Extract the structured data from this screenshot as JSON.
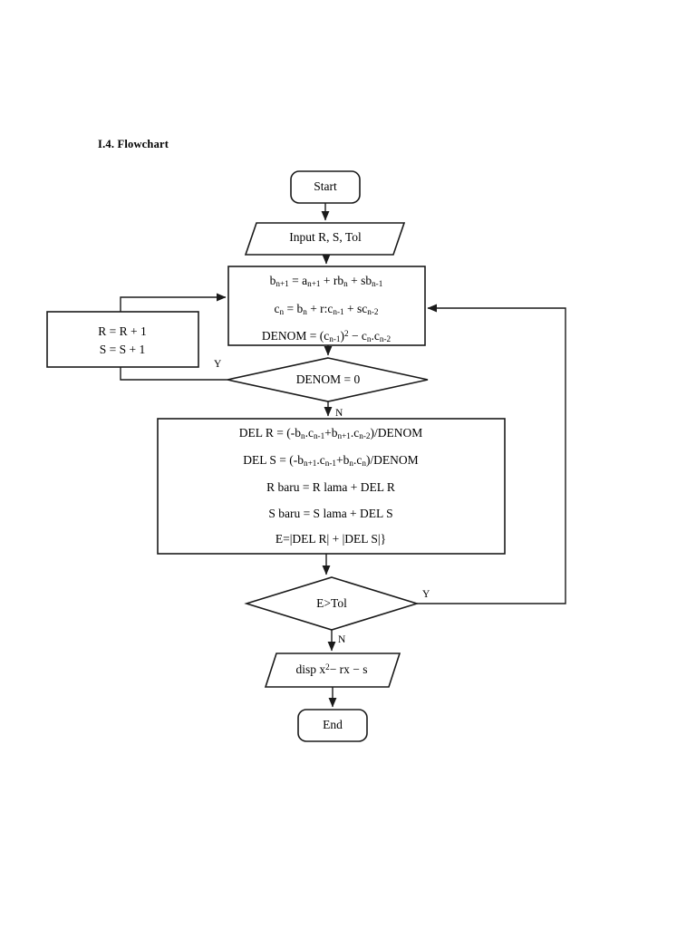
{
  "document": {
    "heading": "I.4. Flowchart"
  },
  "flowchart": {
    "title": "I.4. Flowchart",
    "nodes": {
      "start": {
        "label": "Start",
        "shape": "terminator"
      },
      "input": {
        "label": "Input R, S, Tol",
        "shape": "parallelogram"
      },
      "recurrence": {
        "shape": "process",
        "lines": [
          "b<sub>n+1</sub> = a<sub>n+1</sub> + rb<sub>n</sub> + sb<sub>n-1</sub>",
          "c<sub>n</sub> = b<sub>n</sub> + r:c<sub>n-1</sub> + sc<sub>n-2</sub>",
          "DENOM = (c<sub>n-1</sub>)<sup>2</sup> &minus; c<sub>n</sub>.c<sub>n-2</sub>"
        ],
        "lines_plain": [
          "b(n+1) = a(n+1) + rb(n) + sb(n-1)",
          "c(n) = b(n) + r:c(n-1) + sc(n-2)",
          "DENOM = (c(n-1))^2 - c(n).c(n-2)"
        ]
      },
      "increment": {
        "shape": "process",
        "lines": [
          "R = R + 1",
          "S = S + 1"
        ]
      },
      "denom_check": {
        "label": "DENOM = 0",
        "shape": "decision",
        "yes_label": "Y",
        "no_label": "N"
      },
      "delta_calc": {
        "shape": "process",
        "lines": [
          "DEL R = (-b<sub>n</sub>.c<sub>n-1</sub>+b<sub>n+1</sub>.c<sub>n-2</sub>)/DENOM",
          "DEL S = (-b<sub>n+1</sub>.c<sub>n-1</sub>+b<sub>n</sub>.c<sub>n</sub>)/DENOM",
          "R baru = R lama + DEL R",
          "S baru = S lama + DEL S",
          "E=|DEL R| + |DEL S|}"
        ],
        "lines_plain": [
          "DEL R = (-b(n).c(n-1)+b(n+1).c(n-2))/DENOM",
          "DEL S = (-b(n+1).c(n-1)+b(n).c(n))/DENOM",
          "R baru = R lama + DEL R",
          "S baru = S lama + DEL S",
          "E=|DEL R| + |DEL S|}"
        ]
      },
      "tol_check": {
        "label": "E>Tol",
        "shape": "decision",
        "yes_label": "Y",
        "no_label": "N"
      },
      "display": {
        "label": "disp x<sup>2</sup>&minus; rx &minus; s",
        "label_plain": "disp x^2- rx - s",
        "shape": "parallelogram"
      },
      "end": {
        "label": "End",
        "shape": "terminator"
      }
    },
    "colors": {
      "stroke": "#1a1a1a",
      "fill": "#ffffff",
      "text": "#000000",
      "background": "#ffffff"
    }
  }
}
